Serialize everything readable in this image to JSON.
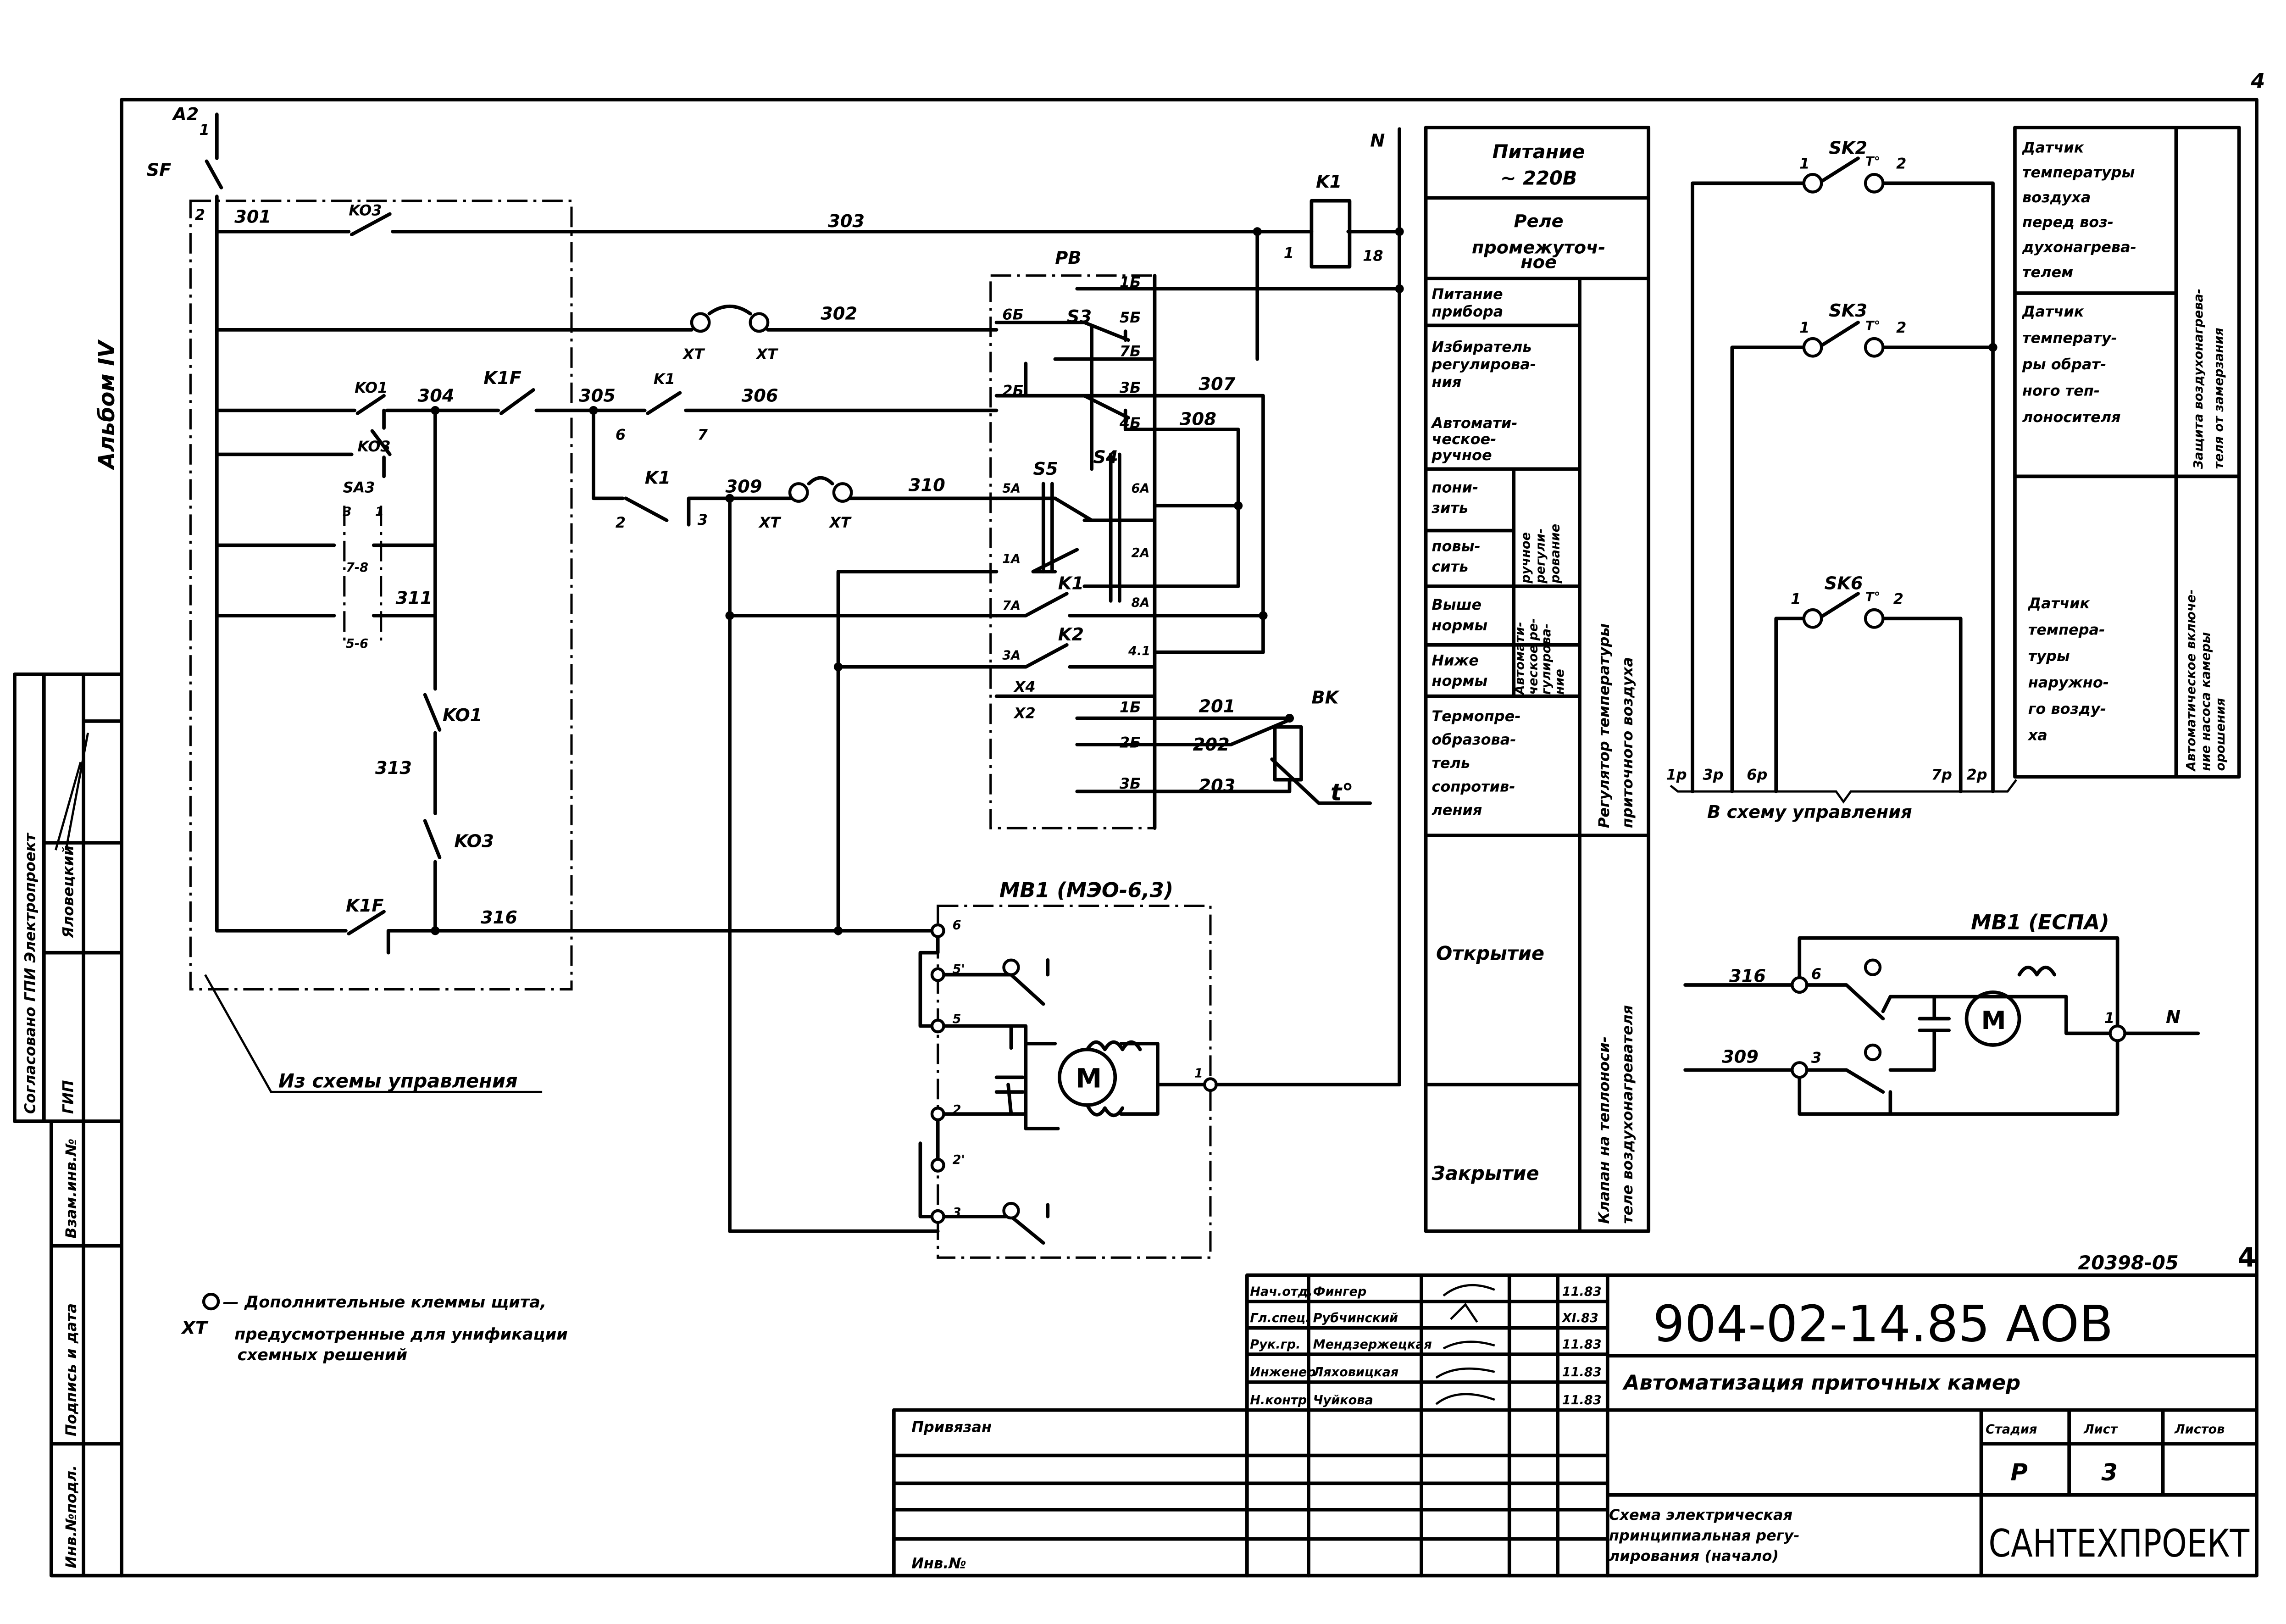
{
  "page_number": "4",
  "album": "Альбом IV",
  "sheet_code": "20398-05",
  "sheet_code_num": "4",
  "schematic": {
    "A2": "A2",
    "one": "1",
    "SF": "SF",
    "two": "2",
    "w301": "301",
    "KO3_top": "KO3",
    "w303": "303",
    "K1_coil": "K1",
    "N_top": "N",
    "t1": "1",
    "t18": "18",
    "PB": "PB",
    "w302": "302",
    "XT1": "XT",
    "XT2": "XT",
    "KO1": "KO1",
    "w304": "304",
    "K1F_top": "K1F",
    "w305": "305",
    "K1_a": "K1",
    "w306": "306",
    "n6": "6",
    "n7": "7",
    "KO3_b": "KO3",
    "SA3": "SA3",
    "sa3_3": "3",
    "sa3_1": "1",
    "sa3_78": "7-8",
    "sa3_56": "5-6",
    "w311": "311",
    "K1_b": "K1",
    "n2": "2",
    "n3": "3",
    "w309": "309",
    "XT3": "XT",
    "XT4": "XT",
    "w310": "310",
    "KO1_b": "KO1",
    "w313": "313",
    "KO3_c": "KO3",
    "K1F_b": "K1F",
    "w316": "316",
    "pb_1B": "1Б",
    "pb_6B": "6Б",
    "pb_S3": "S3",
    "pb_5B": "5Б",
    "pb_7B": "7Б",
    "pb_2B": "2Б",
    "pb_3B": "3Б",
    "pb_4B": "4Б",
    "w307": "307",
    "w308": "308",
    "pb_5A": "5A",
    "pb_S5": "S5",
    "pb_S4": "S4",
    "pb_6A": "6A",
    "pb_1A": "1A",
    "pb_2A": "2A",
    "pb_7A": "7A",
    "pb_K1": "K1",
    "pb_8A": "8A",
    "pb_3A": "3A",
    "pb_K2": "K2",
    "pb_41": "4.1",
    "pb_X4": "X4",
    "pb_X2": "X2",
    "x2_1B": "1Б",
    "x2_2B": "2Б",
    "x2_3B": "3Б",
    "w201": "201",
    "w202": "202",
    "w203": "203",
    "BK": "BK",
    "temp": "t°",
    "MB1": "MB1  (МЭО-6,3)",
    "m6": "6",
    "m5p": "5'",
    "m5": "5",
    "m2": "2",
    "m2p": "2'",
    "m3": "3",
    "m1": "1",
    "M": "M",
    "from_control": "Из схемы управления"
  },
  "sensors_circuit": {
    "SK2": "SK2",
    "SK3": "SK3",
    "SK6": "SK6",
    "c1": "1",
    "c2": "2",
    "T": "T°",
    "p1": "1р",
    "p3": "3р",
    "p6": "6р",
    "p7": "7р",
    "p2": "2р",
    "to_control": "В схему управления"
  },
  "espa": {
    "title": "MB1 (ЕСПА)",
    "w316": "316",
    "w309": "309",
    "t6": "6",
    "t3": "3",
    "t1": "1",
    "N": "N",
    "M": "M"
  },
  "function_table": {
    "power": [
      "Питание",
      "~ 220В"
    ],
    "relay": [
      "Реле",
      "промежуточ-",
      "ное"
    ],
    "device_power": [
      "Питание",
      "прибора"
    ],
    "selector": [
      "Избиратель",
      "регулирова-",
      "ния"
    ],
    "auto_manual": [
      "Автомати-",
      "ческое-",
      "ручное"
    ],
    "lower": [
      "пони-",
      "зить"
    ],
    "raise": [
      "повы-",
      "сить"
    ],
    "manual_reg": [
      "ручное",
      "регули-",
      "рование"
    ],
    "above": [
      "Выше",
      "нормы"
    ],
    "below": [
      "Ниже",
      "нормы"
    ],
    "auto_reg": [
      "Автомати-",
      "ческое ре-",
      "гулирова-",
      "ние"
    ],
    "thermo": [
      "Термопре-",
      "образова-",
      "тель",
      "сопротив-",
      "ления"
    ],
    "regulator": [
      "Регулятор  температуры",
      "приточного  воздуха"
    ],
    "open": "Открытие",
    "close": "Закрытие",
    "valve": [
      "Клапан на теплоноси-",
      "теле воздухонагревателя"
    ]
  },
  "sensor_table": {
    "sk2": [
      "Датчик",
      "температуры",
      "воздуха",
      "перед воз-",
      "духонагрева-",
      "телем"
    ],
    "sk3": [
      "Датчик",
      "температу-",
      "ры обрат-",
      "ного теп-",
      "лоносителя"
    ],
    "sk6": [
      "Датчик",
      "темпера-",
      "туры",
      "наружно-",
      "го возду-",
      "ха"
    ],
    "protection": [
      "Защита  воздухонагрева-",
      "теля  от  замерзания"
    ],
    "pump": [
      "Автоматическое включе-",
      "ние насоса камеры",
      "орошения"
    ]
  },
  "legend": {
    "xt": "XT",
    "line1": "— Дополнительные клеммы щита,",
    "line2": "предусмотренные для унификации",
    "line3": "схемных  решений"
  },
  "title_block": {
    "rows": [
      {
        "role": "Нач.отд.",
        "name": "Фингер",
        "date": "11.83"
      },
      {
        "role": "Гл.спец.",
        "name": "Рубчинский",
        "date": "XI.83"
      },
      {
        "role": "Рук.гр.",
        "name": "Мендзержецкая",
        "date": "11.83"
      },
      {
        "role": "Инженер",
        "name": "Ляховицкая",
        "date": "11.83"
      },
      {
        "role": "Н.контр.",
        "name": "Чуйкова",
        "date": "11.83"
      }
    ],
    "attached": "Привязан",
    "inv_no": "Инв.№",
    "doc_number": "904-02-14.85  АОВ",
    "project": "Автоматизация   приточных   камер",
    "stage_label": "Стадия",
    "sheet_label": "Лист",
    "sheets_label": "Листов",
    "stage": "Р",
    "sheet": "3",
    "description": [
      "Схема электрическая",
      "принципиальная регу-",
      "лирования  (начало)"
    ],
    "organization": "САНТЕХПРОЕКТ"
  },
  "side_stamp": {
    "agreed": "Согласовано  ГПИ Электропроект",
    "gip": "ГИП",
    "name": "Яловецкий",
    "replace_inv": "Взам.инв.№",
    "sign_date": "Подпись и дата",
    "inv_orig": "Инв.№подл."
  }
}
